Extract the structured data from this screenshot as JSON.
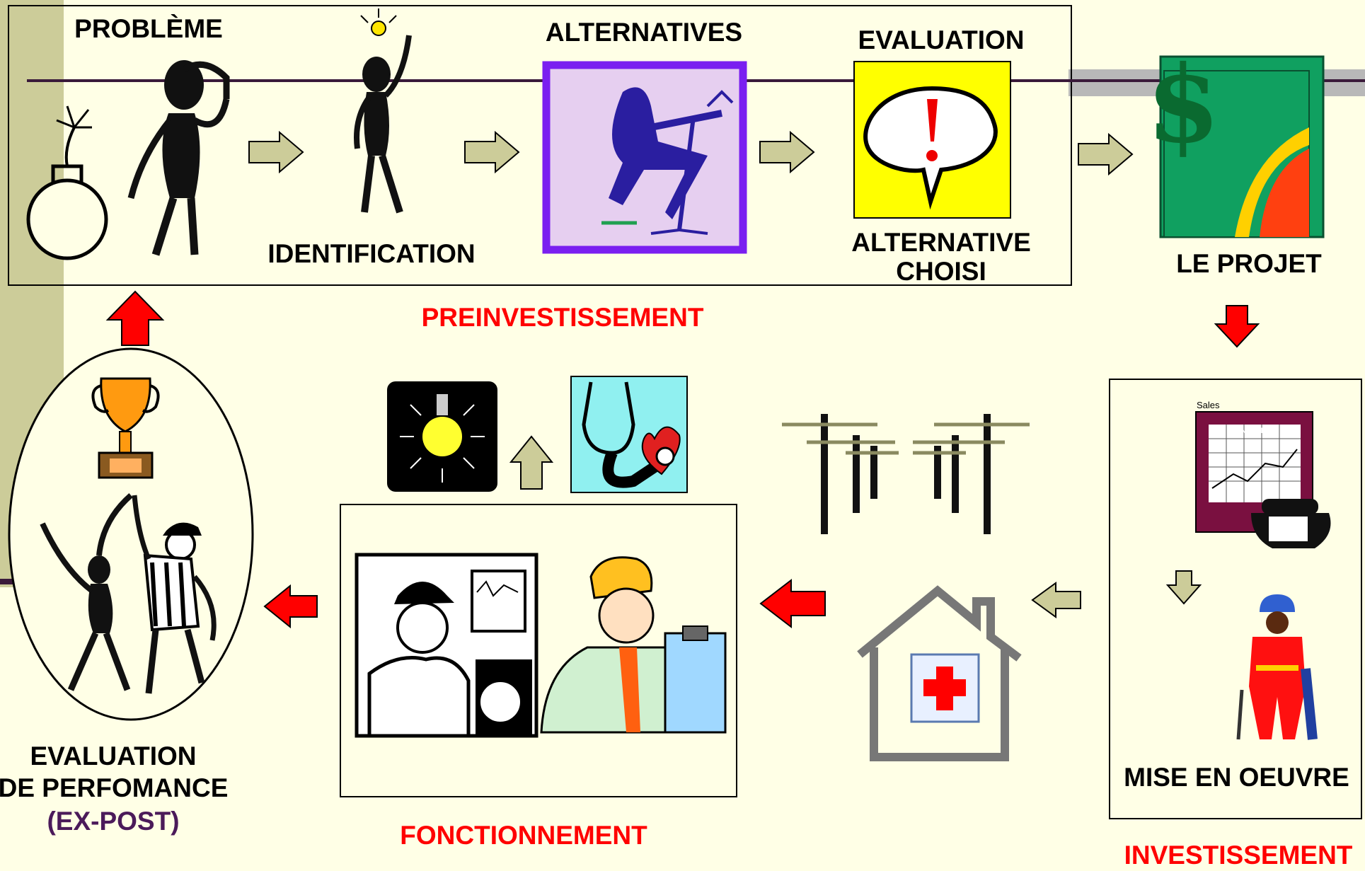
{
  "labels": {
    "probleme": "PROBLÈME",
    "identification": "IDENTIFICATION",
    "alternatives": "ALTERNATIVES",
    "evaluation": "EVALUATION",
    "alternative_choisi": "ALTERNATIVE\nCHOISI",
    "le_projet": "LE PROJET",
    "preinvestissement": "PREINVESTISSEMENT",
    "mise_en_oeuvre": "MISE EN OEUVRE",
    "investissement": "INVESTISSEMENT",
    "fonctionnement": "FONCTIONNEMENT",
    "evaluation_perf_1": "EVALUATION",
    "evaluation_perf_2": "DE PERFOMANCE",
    "ex_post": "(EX-POST)",
    "sales": "Sales",
    "this_month": "THIS MONTH"
  },
  "colors": {
    "background": "#ffffe6",
    "phase_label": "#ff0000",
    "ex_post": "#4b1a5a",
    "flow_arrow": "#cccc99",
    "phase_arrow": "#ff0000",
    "left_band": "#cccc99",
    "timeline": "#3a1a3a"
  },
  "icons": [
    "bomb-icon",
    "thinking-person-icon",
    "idea-person-icon",
    "designer-at-desk-icon",
    "exclamation-speech-bubble-icon",
    "dollar-book-icon",
    "sales-chart-telephone-icon",
    "construction-worker-icon",
    "house-red-cross-icon",
    "power-lines-icon",
    "mechanic-icon",
    "doctor-clipboard-icon",
    "light-bulb-icon",
    "stethoscope-heart-icon",
    "trophy-icon",
    "celebrating-people-icon"
  ]
}
